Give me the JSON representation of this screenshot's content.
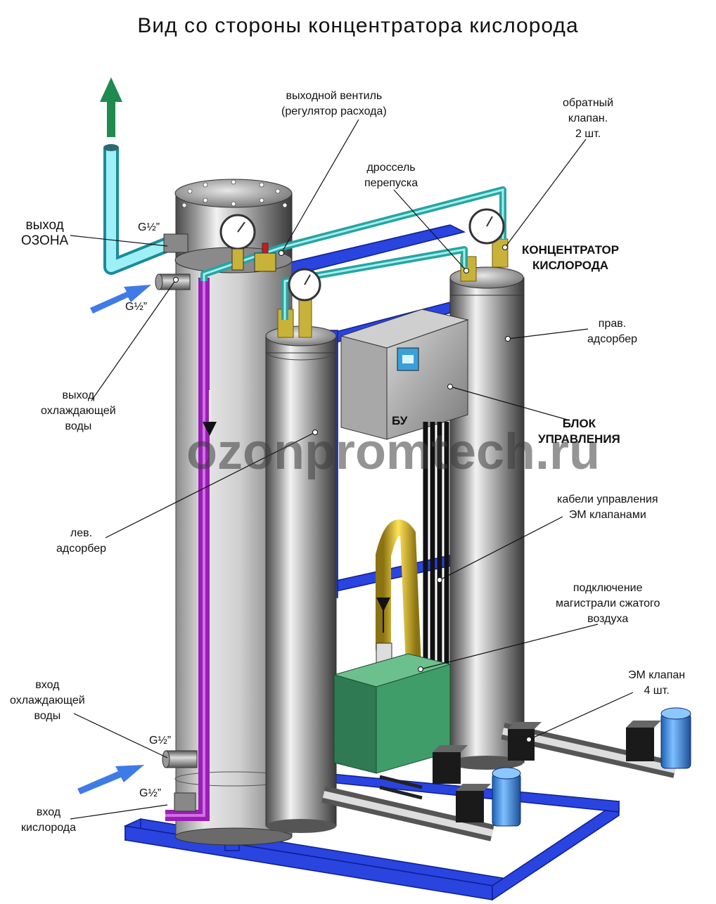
{
  "title": "Вид  со  стороны  концентратора  кислорода",
  "watermark": "ozonpromtech.ru",
  "labels": {
    "ozone_out": "выход\nОЗОНА",
    "g_ozone": "G½”",
    "g_cool_out": "G½”",
    "cool_out": "выход\nохлаждающей\nводы",
    "valve": "выходной  вентиль\n(регулятор  расхода)",
    "throttle": "дроссель\nперепуска",
    "check_valve": "обратный\nклапан.\n2 шт.",
    "concentrator": "КОНЦЕНТРАТОР\nКИСЛОРОДА",
    "right_adsorber": "прав.\nадсорбер",
    "bu": "БУ",
    "control_unit": "БЛОК\nУПРАВЛЕНИЯ",
    "left_adsorber": "лев.\nадсорбер",
    "cables": "кабели управления\nЭМ клапанами",
    "air": "подключение\nмагистрали сжатого\nвоздуха",
    "em_valve": "ЭМ клапан\n4 шт.",
    "cool_in": "вход\nохлаждающей\nводы",
    "g_cool_in": "G½”",
    "g_oxygen": "G½”",
    "oxygen_in": "вход\nкислорода"
  },
  "colors": {
    "frame_blue": "#2a44e0",
    "pipe_teal": "#2aa3a0",
    "pipe_light": "#8fe6f0",
    "purple_pipe": "#9a1fb4",
    "arrow_green": "#1f8a4e",
    "arrow_blue": "#3f7be6",
    "hose_yellow": "#e2c22a",
    "filter_blue": "#3a8fe0",
    "box_green": "#3f9d6a",
    "brass": "#c9b23a",
    "valve_red": "#d01818"
  }
}
